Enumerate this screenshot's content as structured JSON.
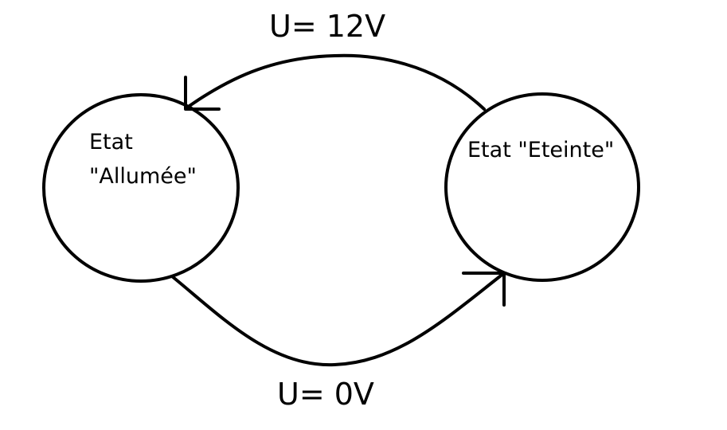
{
  "diagram": {
    "states": {
      "on": {
        "line1": "Etat",
        "line2": "\"Allumée\""
      },
      "off": {
        "label": "Etat \"Eteinte\""
      }
    },
    "transitions": {
      "to_on": {
        "label": "U= 12V"
      },
      "to_off": {
        "label": "U= 0V"
      }
    }
  }
}
